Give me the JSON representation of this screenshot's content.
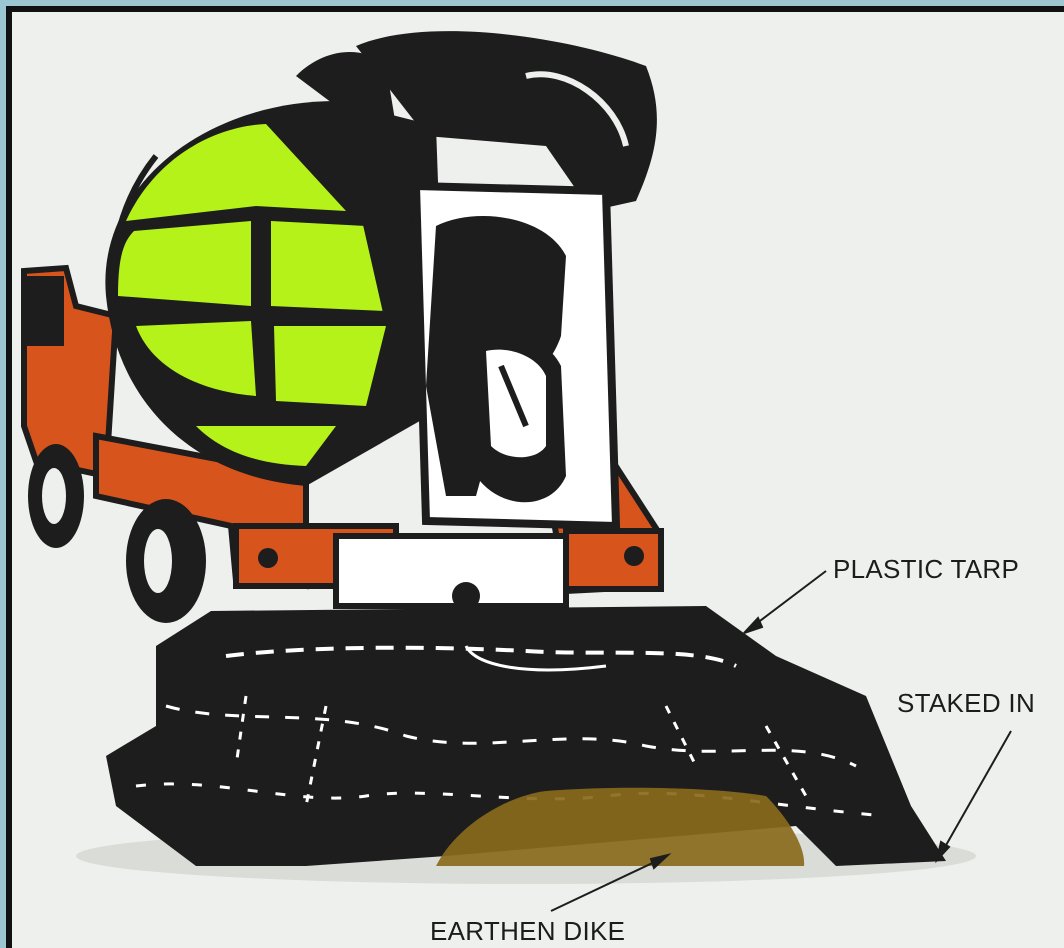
{
  "labels": {
    "plastic_tarp": "PLASTIC TARP",
    "staked_in": "STAKED IN",
    "earthen_dike": "EARTHEN DIKE"
  },
  "colors": {
    "frame_background": "#9cc6d2",
    "panel": "#eef0ed",
    "outline": "#1d1d1d",
    "drum_green": "#b4f21a",
    "truck_orange": "#d8541d",
    "earth_brown": "#8a6a1c"
  }
}
